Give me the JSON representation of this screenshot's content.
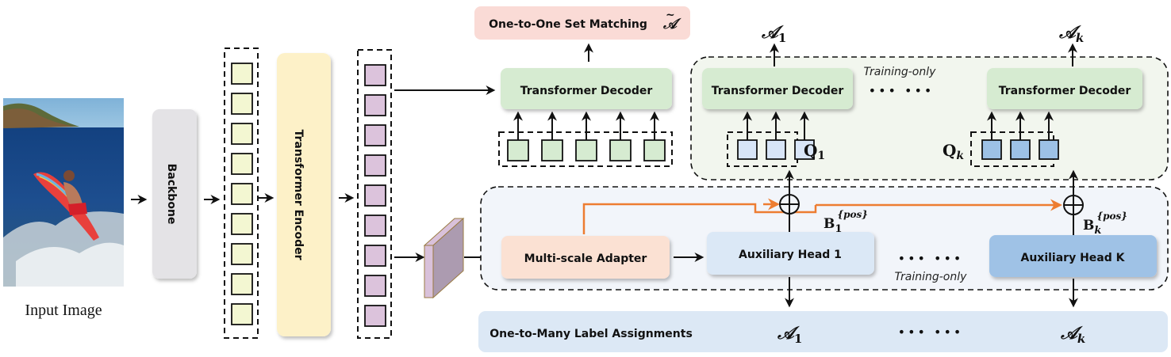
{
  "input": {
    "caption": "Input Image"
  },
  "backbone": {
    "label": "Backbone"
  },
  "encoder": {
    "label": "Transformer Encoder"
  },
  "token_counts": {
    "encoder_input": 9,
    "encoder_output": 9
  },
  "one_to_one": {
    "label": "One-to-One Set Matching",
    "symbol": "𝒜",
    "tilde": "~",
    "decoder": "Transformer Decoder",
    "query_count": 5
  },
  "training_decoders": {
    "note": "Training-only",
    "ellipsis": "••• •••",
    "left": {
      "decoder": "Transformer Decoder",
      "output": "𝒜",
      "output_sub": "1",
      "query": "Q",
      "query_sub": "1",
      "query_count": 3
    },
    "right": {
      "decoder": "Transformer Decoder",
      "output": "𝒜",
      "output_sub": "k",
      "query": "Q",
      "query_sub": "k",
      "query_count": 3
    }
  },
  "auxiliary": {
    "note": "Training-only",
    "ellipsis": "••• •••",
    "adapter": "Multi-scale Adapter",
    "head1": "Auxiliary Head 1",
    "headk": "Auxiliary Head K",
    "plus": "⊕",
    "b1": {
      "base": "B",
      "sub": "1",
      "sup": "{pos}"
    },
    "bk": {
      "base": "B",
      "sub": "k",
      "sup": "{pos}"
    }
  },
  "one_to_many": {
    "label": "One-to-Many Label Assignments",
    "a1": "𝒜",
    "a1_sub": "1",
    "ellipsis": "••• •••",
    "ak": "𝒜",
    "ak_sub": "k"
  },
  "colors": {
    "backbone": "#e4e3e6",
    "encoder": "#fdf1c8",
    "token_yellow": "#f3f7d2",
    "token_purple": "#dcc3dc",
    "decoder": "#d6ebd1",
    "query_green": "#d6ebd1",
    "query_light_blue": "#d8e5f7",
    "query_blue": "#9dc1e6",
    "one_to_one_bg": "#fadbd6",
    "adapter": "#fbe1d3",
    "head1": "#dbe8f6",
    "headk": "#9fc2e6",
    "one_to_many_bg": "#dce8f5",
    "aux_region": "#f2f5fa",
    "train_region": "#f2f6ee",
    "orange": "#ed7d31"
  }
}
